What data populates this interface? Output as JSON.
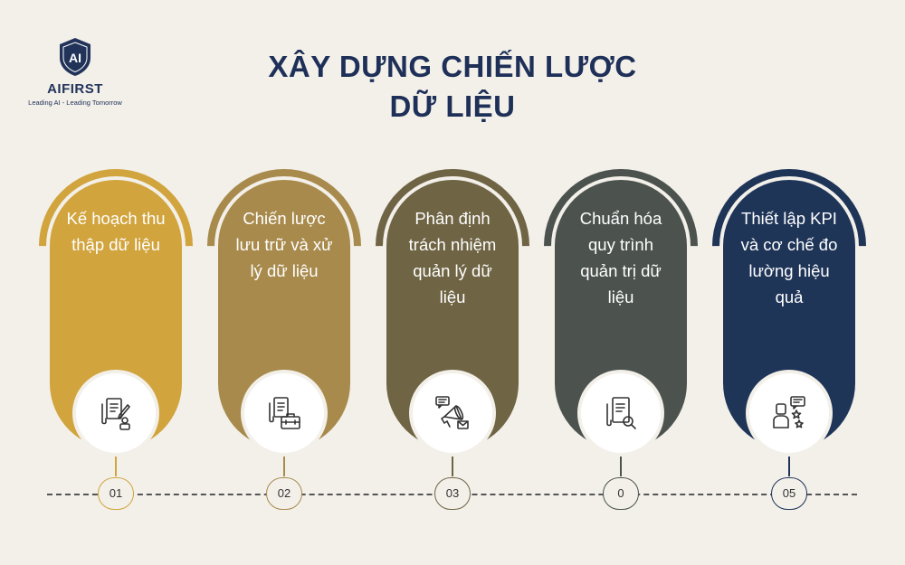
{
  "logo": {
    "mark": "AI",
    "brand": "AIFIRST",
    "tagline": "Leading AI - Leading Tomorrow"
  },
  "title": {
    "line1": "XÂY DỰNG CHIẾN LƯỢC",
    "line2": "DỮ LIỆU"
  },
  "steps": [
    {
      "label": "Kế hoạch thu thập dữ liệu",
      "number": "01",
      "color": "#d1a43d",
      "icon": "document-pen-person-icon"
    },
    {
      "label": "Chiến lược lưu trữ và xử lý dữ liệu",
      "number": "02",
      "color": "#a88a4c",
      "icon": "document-briefcase-icon"
    },
    {
      "label": "Phân định trách nhiệm quản lý dữ liệu",
      "number": "03",
      "color": "#6f6444",
      "icon": "megaphone-message-icon"
    },
    {
      "label": "Chuẩn hóa quy trình quản trị dữ liệu",
      "number": "0",
      "color": "#4c534f",
      "icon": "document-search-icon"
    },
    {
      "label": "Thiết lập KPI và cơ chế đo lường hiệu quả",
      "number": "05",
      "color": "#1f3558",
      "icon": "person-stars-chat-icon"
    }
  ]
}
